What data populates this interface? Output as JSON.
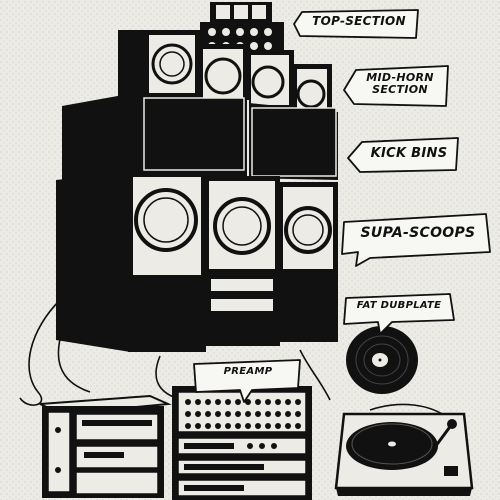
{
  "labels": {
    "top_section": "TOP-SECTION",
    "mid_horn_line1": "MID-HORN",
    "mid_horn_line2": "SECTION",
    "kick_bins": "KICK BINS",
    "supa_scoops": "SUPA-SCOOPS",
    "fat_dubplate": "FAT DUBPLATE",
    "preamp": "PREAMP"
  },
  "colors": {
    "ink": "#111111",
    "paper": "#ecebe6",
    "label_bg": "#f7f7f4"
  }
}
